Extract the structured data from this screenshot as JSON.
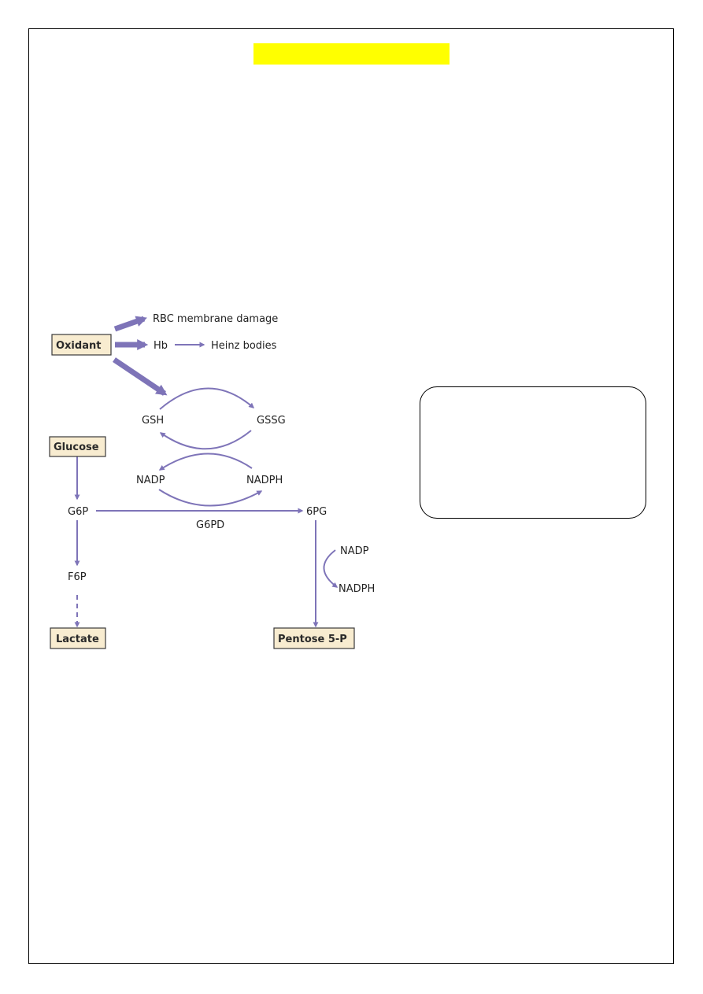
{
  "colors": {
    "highlight": "#ffff00",
    "arrow": "#7e74b8",
    "box_fill": "#f8ecd0"
  },
  "diagram": {
    "nodes": {
      "oxidant": "Oxidant",
      "rbc_damage": "RBC membrane damage",
      "hb": "Hb",
      "heinz": "Heinz bodies",
      "gsh": "GSH",
      "gssg": "GSSG",
      "glucose": "Glucose",
      "nadp_left": "NADP",
      "nadph_mid": "NADPH",
      "g6p": "G6P",
      "sixpg": "6PG",
      "g6pd": "G6PD",
      "nadp_right": "NADP",
      "nadph_right": "NADPH",
      "f6p": "F6P",
      "lactate": "Lactate",
      "pentose": "Pentose 5-P"
    }
  }
}
